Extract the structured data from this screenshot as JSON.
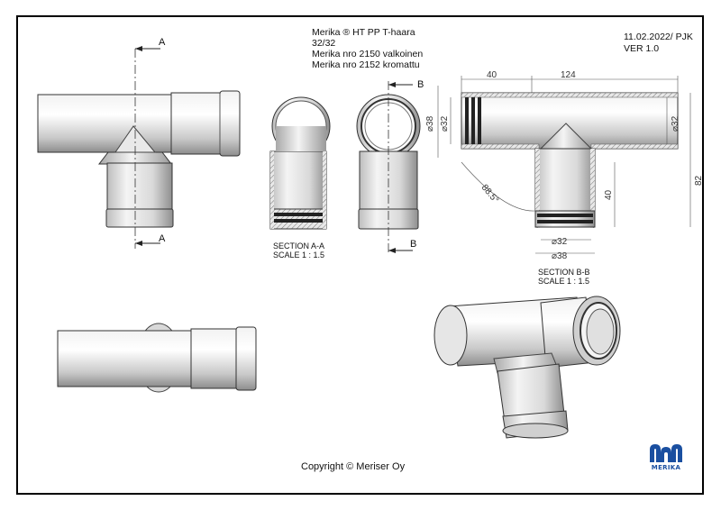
{
  "title_block": {
    "line1": "Merika ® HT PP T-haara",
    "line2": "32/32",
    "line3": "Merika nro  2150  valkoinen",
    "line4": "Merika nro  2152  kromattu"
  },
  "revision": {
    "date_author": "11.02.2022/ PJK",
    "version": "VER 1.0"
  },
  "section_labels": {
    "aa_title": "SECTION A-A",
    "aa_scale": "SCALE 1 : 1.5",
    "bb_title": "SECTION B-B",
    "bb_scale": "SCALE 1 : 1.5"
  },
  "cut_markers": {
    "a_top": "A",
    "a_bottom": "A",
    "b_top": "B",
    "b_bottom": "B"
  },
  "dimensions": {
    "len_40": "40",
    "len_124": "124",
    "dia_38_left": "⌀38",
    "dia_32_left": "⌀32",
    "dia_32_right": "⌀32",
    "height_82": "82",
    "branch_40": "40",
    "angle": "88.5°",
    "dia_32_bottom": "⌀32",
    "dia_38_bottom": "⌀38"
  },
  "footer": {
    "copyright": "Copyright © Meriser Oy"
  },
  "logo": {
    "text": "MERIKA",
    "color": "#1a4fa0"
  }
}
